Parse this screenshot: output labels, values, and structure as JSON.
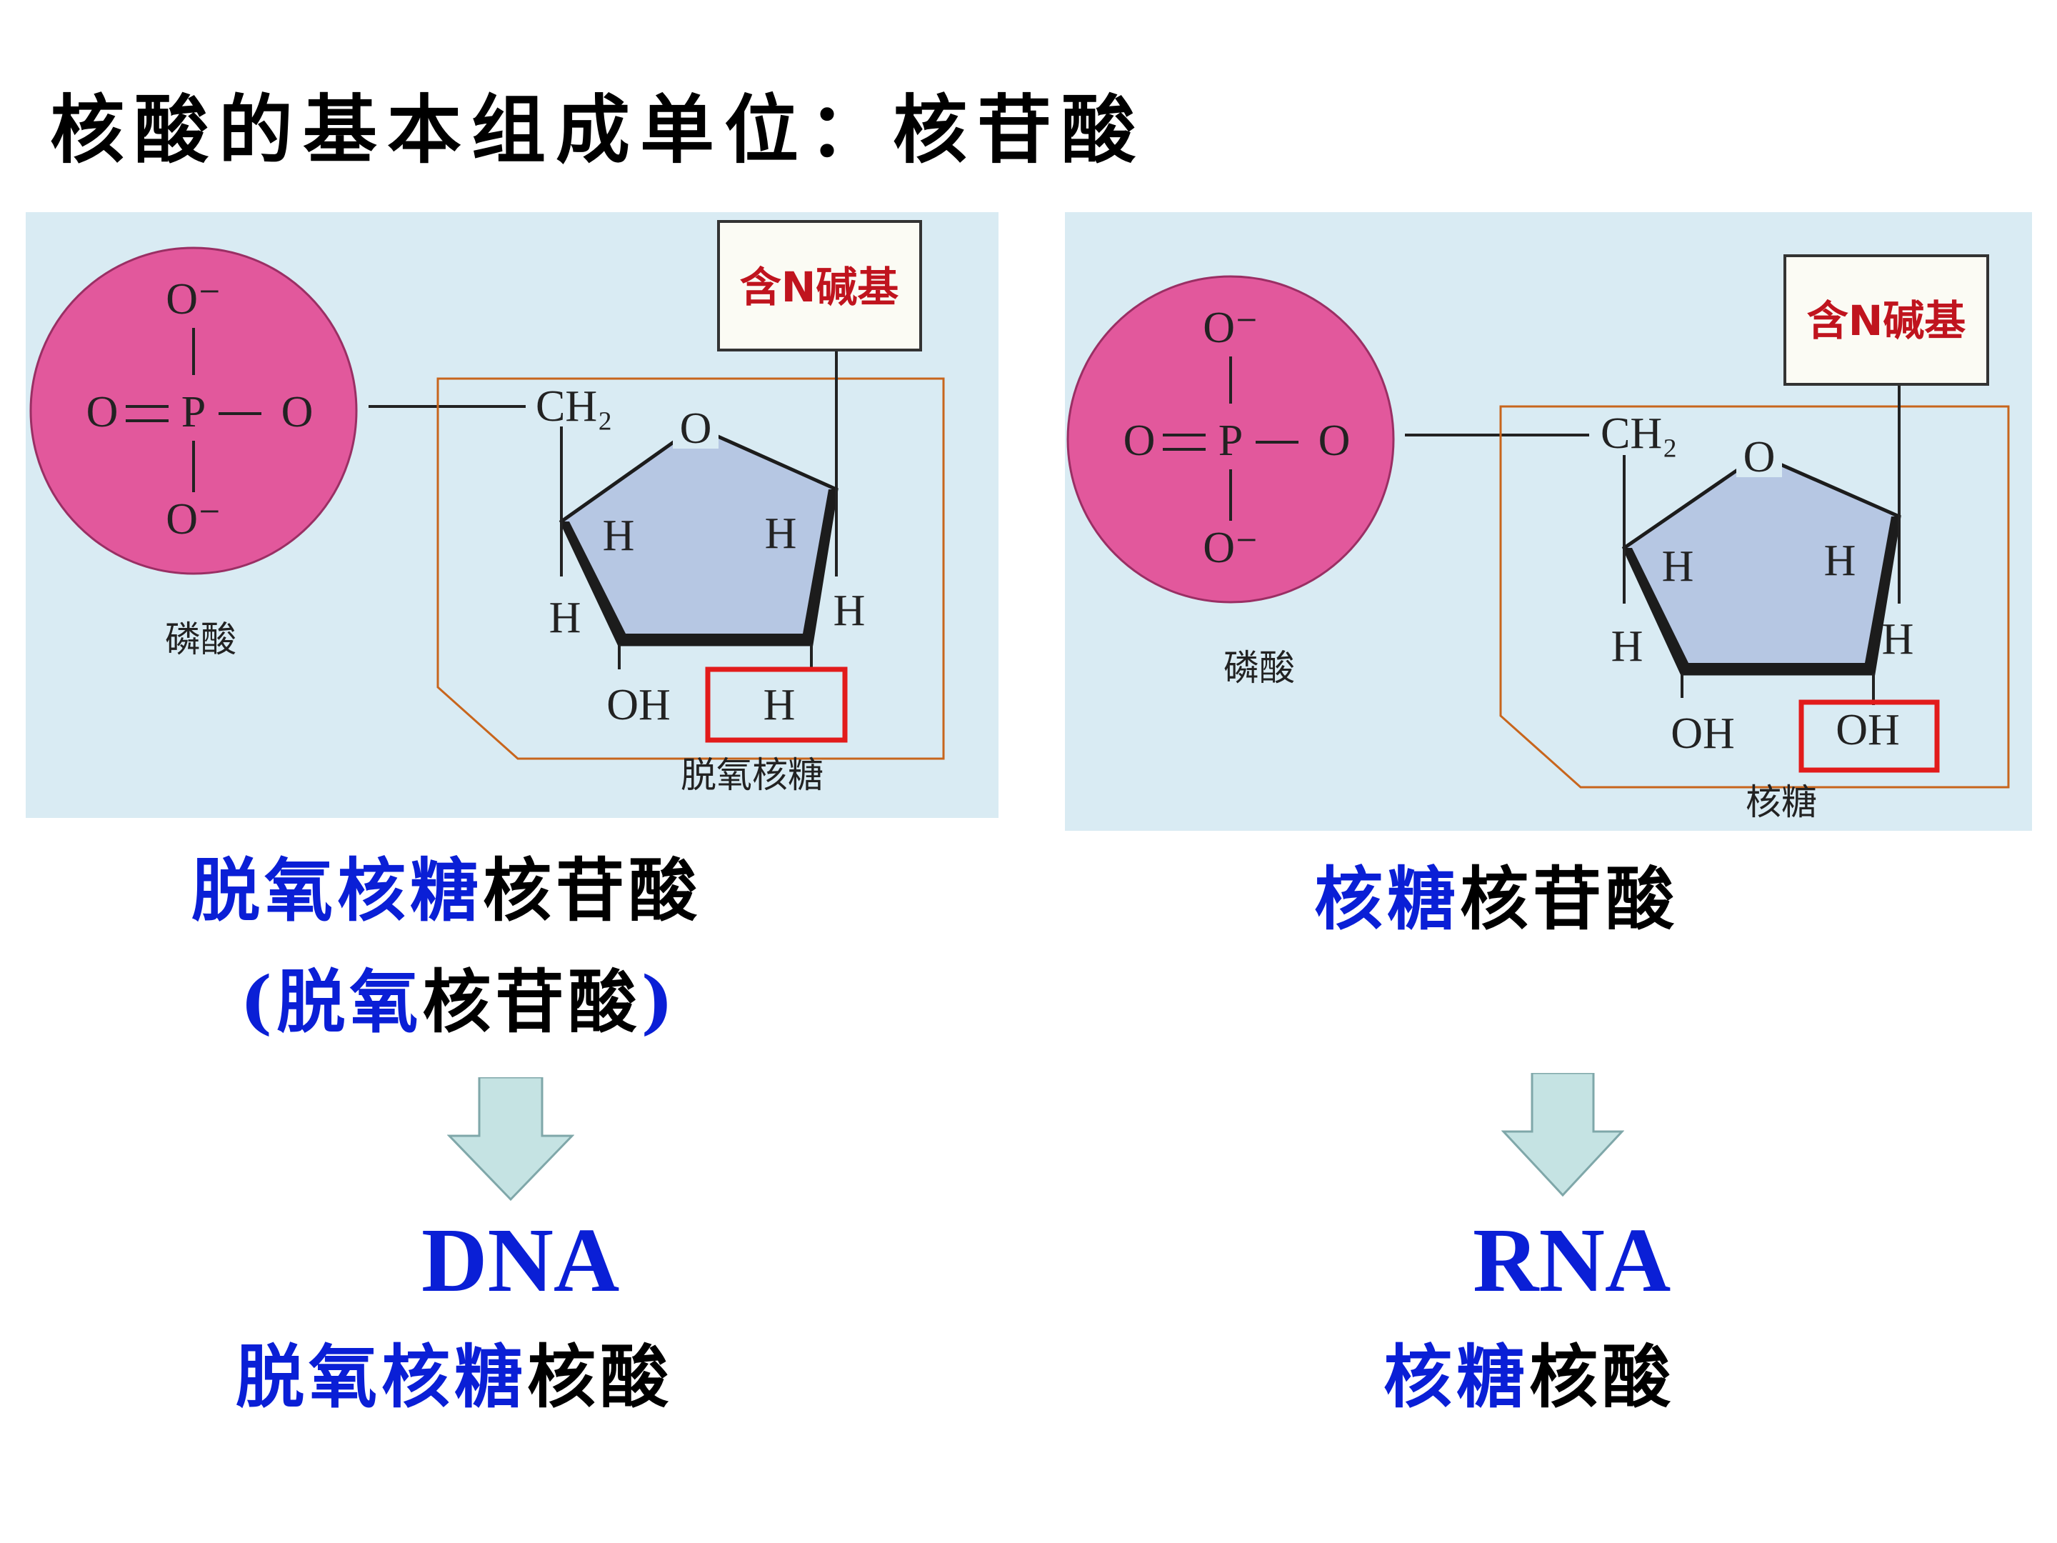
{
  "title": "核酸的基本组成单位：核苷酸",
  "molecule_labels": {
    "o_minus": "O⁻",
    "o": "O",
    "p": "P",
    "ch2": "CH₂",
    "h": "H",
    "oh": "OH",
    "phosphate": "磷酸",
    "base": "含N碱基"
  },
  "left": {
    "sugar_label": "脱氧核糖",
    "c2_group": "H",
    "name_blue": "脱氧核糖",
    "name_black": "核苷酸",
    "alias_open": "(",
    "alias_blue": "脱氧",
    "alias_black": "核苷酸",
    "alias_close": ")",
    "acronym": "DNA",
    "full_blue": "脱氧核糖",
    "full_black": "核酸"
  },
  "right": {
    "sugar_label": "核糖",
    "c2_group": "OH",
    "name_blue": "核糖",
    "name_black": "核苷酸",
    "acronym": "RNA",
    "full_blue": "核糖",
    "full_black": "核酸"
  },
  "colors": {
    "phosphate_fill": "#e2589c",
    "sugar_fill": "#b6c7e3",
    "panel_bg": "#d9ebf3",
    "highlight_box": "#e21b1b",
    "outline_orange": "#c8651c",
    "base_text": "#c0141e",
    "name_blue": "#0a1fd6",
    "arrow_fill": "#c5e3e3"
  },
  "icons": [
    "phosphate-group",
    "sugar-ring",
    "down-arrow"
  ]
}
